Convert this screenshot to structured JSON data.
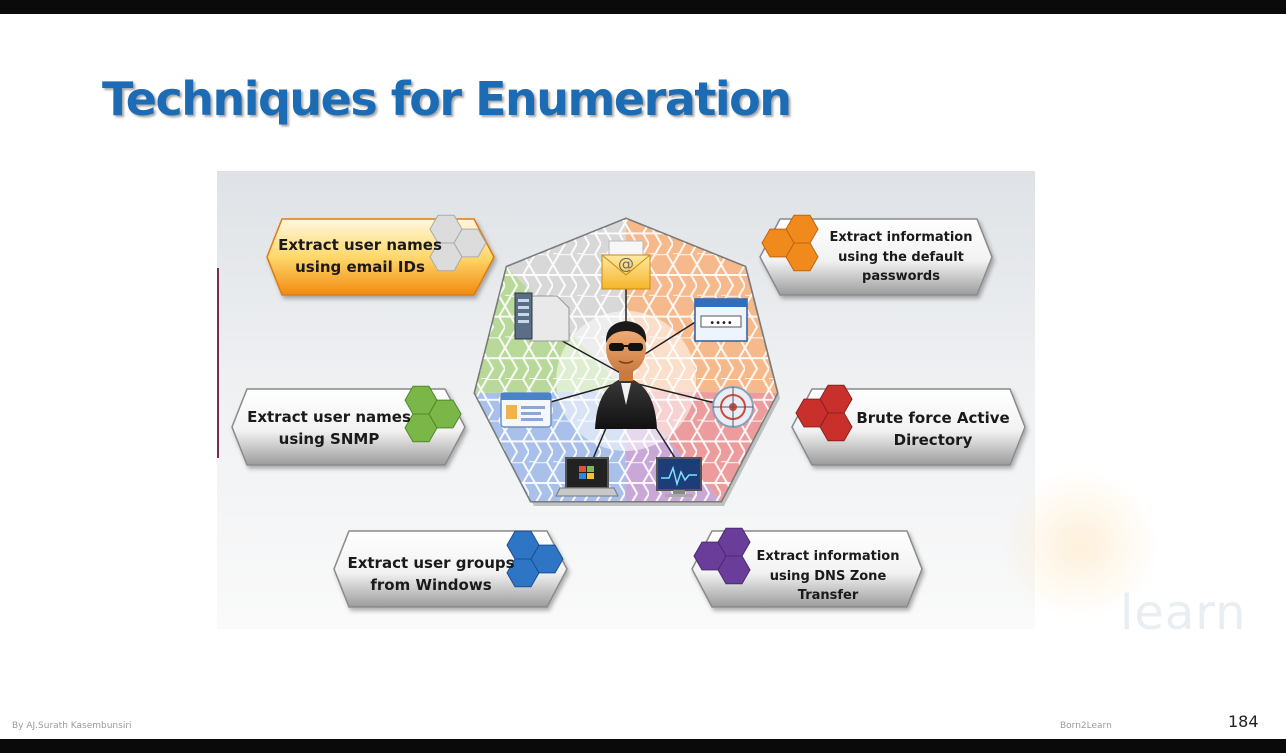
{
  "slide": {
    "title": "Techniques for Enumeration",
    "page_number": "184",
    "footer_left": "By AJ.Surath Kasembunsiri",
    "footer_right": "Born2Learn",
    "watermark": "learn"
  },
  "techniques": [
    {
      "line1": "Extract user names",
      "line2": "using email IDs",
      "line3": "",
      "color": "#f08a1c"
    },
    {
      "line1": "Extract user names",
      "line2": "using SNMP",
      "line3": "",
      "color": "#7ab648"
    },
    {
      "line1": "Extract user groups",
      "line2": "from  Windows",
      "line3": "",
      "color": "#2e75c6"
    },
    {
      "line1": "Extract information",
      "line2": "using the default",
      "line3": "passwords",
      "color": "#f08a1c"
    },
    {
      "line1": "Brute force Active",
      "line2": "Directory",
      "line3": "",
      "color": "#c9302c"
    },
    {
      "line1": "Extract information",
      "line2": "using DNS Zone",
      "line3": "Transfer",
      "color": "#6a3d9a"
    }
  ],
  "center_icons": [
    "email-icon",
    "password-window-icon",
    "target-icon",
    "monitor-icon",
    "laptop-icon",
    "id-card-icon",
    "server-icon"
  ],
  "colors": {
    "title": "#1c6bb5",
    "orange": "#f08a1c",
    "green": "#7ab648",
    "blue": "#2e75c6",
    "red": "#c9302c",
    "purple": "#6a3d9a",
    "gray_hex": "#d9d9d9"
  }
}
